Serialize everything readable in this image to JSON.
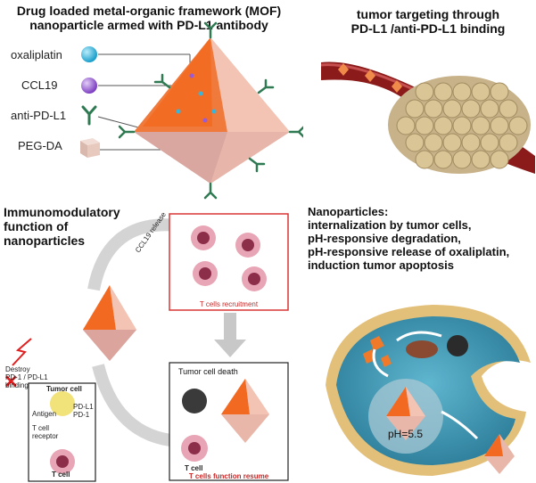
{
  "panel_top_left": {
    "title_line1": "Drug loaded metal-organic framework (MOF)",
    "title_line2": "nanoparticle armed with PD-L1 antibody",
    "legend": [
      {
        "label": "oxaliplatin",
        "color": "#35b6dc",
        "icon": "sphere-icon"
      },
      {
        "label": "CCL19",
        "color": "#9a5bd6",
        "icon": "sphere-icon"
      },
      {
        "label": "anti-PD-L1",
        "color": "#2f7a52",
        "icon": "antibody-icon"
      },
      {
        "label": "PEG-DA",
        "color": "#e6cdc4",
        "icon": "cube-icon"
      }
    ]
  },
  "panel_top_right": {
    "title_line1": "tumor targeting through",
    "title_line2": "PD-L1 /anti-PD-L1 binding"
  },
  "panel_bottom_left": {
    "title_line1": "Immunomodulatory",
    "title_line2": "function of",
    "title_line3": "nanoparticles",
    "ccl19_release": "CCL19 release",
    "recruit_caption": "T cells recruitment",
    "destroy_line1": "Destroy",
    "destroy_line2": "PD-1 / PD-L1",
    "destroy_line3": "binding",
    "tumor_cell": "Tumor cell",
    "antigen": "Antigen",
    "pdl1": "PD-L1",
    "pd1": "PD-1",
    "tcr_line1": "T cell",
    "tcr_line2": "receptor",
    "tcell": "T cell",
    "death_label": "Tumor cell death",
    "tcell2": "T cell",
    "resume_caption": "T cells function resume"
  },
  "panel_bottom_right": {
    "title_line1": "Nanoparticles:",
    "title_line2": "internalization by tumor cells,",
    "title_line3": "pH-responsive degradation,",
    "title_line4": "pH-responsive release of oxaliplatin,",
    "title_line5": "induction tumor apoptosis",
    "ph_label": "pH=5.5"
  }
}
